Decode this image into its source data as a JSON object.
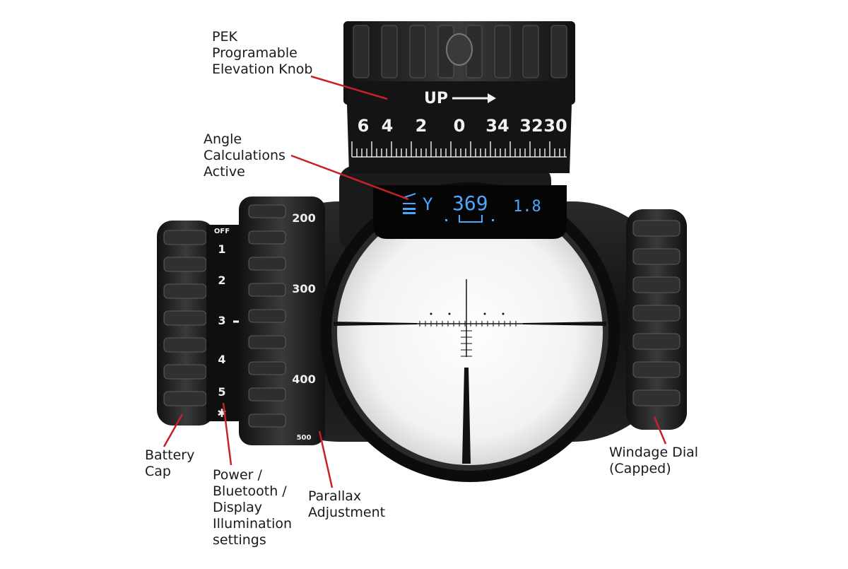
{
  "callouts": {
    "pek": {
      "lines": [
        "PEK",
        "Programable",
        "Elevation Knob"
      ]
    },
    "angle": {
      "lines": [
        "Angle",
        "Calculations",
        "Active"
      ]
    },
    "battery": {
      "lines": [
        "Battery",
        "Cap"
      ]
    },
    "power": {
      "lines": [
        "Power /",
        "Bluetooth /",
        "Display",
        "Illumination",
        "settings"
      ]
    },
    "parallax": {
      "lines": [
        "Parallax",
        "Adjustment"
      ]
    },
    "windage": {
      "lines": [
        "Windage Dial",
        "(Capped)"
      ]
    }
  },
  "elevation_knob": {
    "direction_label": "UP",
    "scale_numbers": [
      "6",
      "4",
      "2",
      "0",
      "34",
      "32",
      "30"
    ]
  },
  "display": {
    "mode": "Y",
    "range": "369",
    "angle": "1.8"
  },
  "power_dial": {
    "labels": [
      "OFF",
      "1",
      "2",
      "3",
      "4",
      "5",
      "✱"
    ]
  },
  "parallax_dial": {
    "labels": [
      "200",
      "300",
      "400",
      "500"
    ]
  },
  "colors": {
    "leader_line": "#c8202a",
    "display_text": "#4aa8ff",
    "scope_body": "#151515"
  }
}
